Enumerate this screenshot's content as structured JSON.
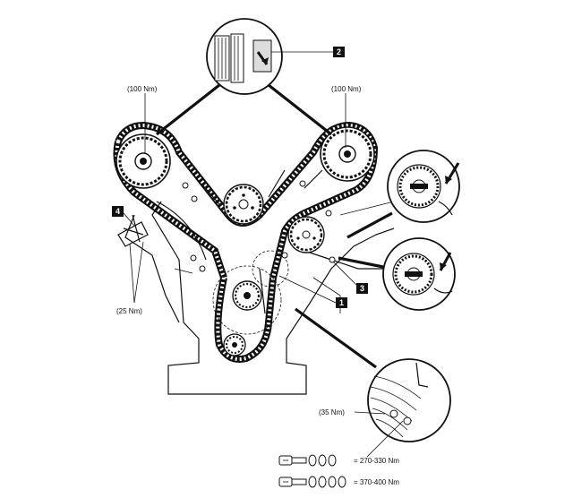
{
  "diagram": {
    "callouts": [
      {
        "id": "c1",
        "label": "1"
      },
      {
        "id": "c2",
        "label": "2"
      },
      {
        "id": "c3",
        "label": "3"
      },
      {
        "id": "c4",
        "label": "4"
      }
    ],
    "torques": {
      "left_cam": "(100 Nm)",
      "right_cam": "(100 Nm)",
      "guide_bolts": "(25 Nm)",
      "crank_detail": "(35 Nm)"
    },
    "bolt_specs": [
      {
        "value": "= 270-330 Nm"
      },
      {
        "value": "= 370-400 Nm"
      }
    ]
  }
}
